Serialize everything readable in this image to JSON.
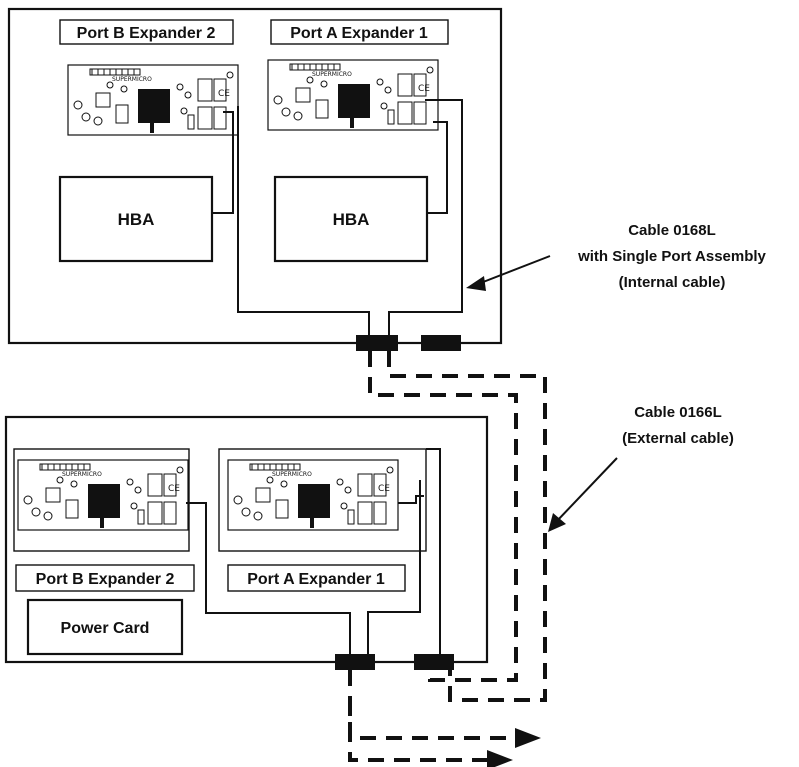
{
  "top_enclosure": {
    "port_b_label": "Port B Expander 2",
    "port_a_label": "Port A Expander 1",
    "hba_left_label": "HBA",
    "hba_right_label": "HBA"
  },
  "bottom_enclosure": {
    "port_b_label": "Port B Expander 2",
    "port_a_label": "Port A Expander 1",
    "power_card_label": "Power Card"
  },
  "callouts": {
    "internal_cable": {
      "line1": "Cable 0168L",
      "line2": "with Single Port Assembly",
      "line3": "(Internal cable)"
    },
    "external_cable": {
      "line1": "Cable 0166L",
      "line2": "(External cable)"
    }
  }
}
